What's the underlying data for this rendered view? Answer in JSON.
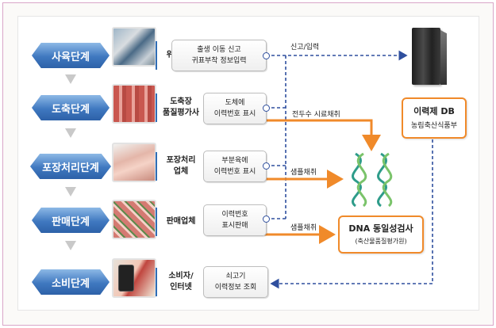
{
  "stages": [
    {
      "label": "사육단계"
    },
    {
      "label": "도축단계"
    },
    {
      "label": "포장처리단계"
    },
    {
      "label": "판매단계"
    },
    {
      "label": "소비단계"
    }
  ],
  "rows": [
    {
      "org": "위탁기관",
      "info": "출생 이동 신고\n귀표부착 정보입력",
      "photo": "farm-office-photo"
    },
    {
      "org": "도축장\n품질평가사",
      "info": "도체에\n이력번호 표시",
      "photo": "carcass-photo"
    },
    {
      "org": "포장처리\n업체",
      "info": "부분육에\n이력번호 표시",
      "photo": "meat-processing-photo"
    },
    {
      "org": "판매업체",
      "info": "이력번호\n표시판매",
      "photo": "meat-display-photo"
    },
    {
      "org": "소비자/\n인터넷",
      "info": "쇠고기\n이력정보 조회",
      "photo": "smartphone-photo"
    }
  ],
  "links": {
    "report_input": "신고/입력",
    "full_sampling": "전두수 시료채취",
    "sampling_1": "샘플채취",
    "sampling_2": "샘플채취"
  },
  "database": {
    "title": "이력제 DB",
    "owner": "농림축산식품부",
    "icon": "server-icon"
  },
  "dna_test": {
    "title": "DNA 동일성검사",
    "agency": "(축산물품질평가원)",
    "icon": "dna-helix-icon"
  },
  "colors": {
    "stage_blue": "#3f78c0",
    "connector_navy": "#2f4f9e",
    "sample_orange": "#f08a2a"
  }
}
